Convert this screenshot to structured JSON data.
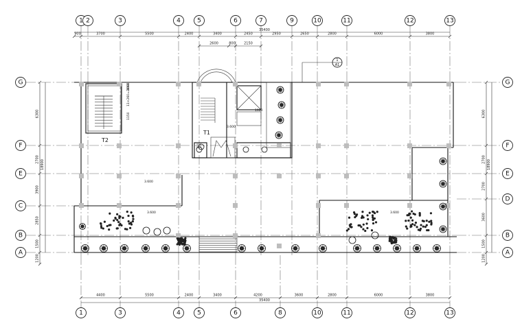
{
  "axes_top": [
    "1",
    "2",
    "3",
    "4",
    "5",
    "6",
    "7",
    "9",
    "10",
    "11",
    "12",
    "13"
  ],
  "axes_bottom": [
    "1",
    "3",
    "4",
    "5",
    "6",
    "8",
    "10",
    "11",
    "12",
    "13"
  ],
  "axes_left": [
    "G",
    "F",
    "E",
    "C",
    "B",
    "A"
  ],
  "axes_right": [
    "G",
    "F",
    "E",
    "D",
    "B",
    "A"
  ],
  "top_dims": {
    "total": "35400",
    "row1": [
      "900",
      "3700",
      "5500",
      "2400",
      "3400",
      "2450",
      "2950",
      "2650",
      "2800",
      "6000",
      "3800"
    ],
    "row2": [
      "2600",
      "800",
      "2150"
    ]
  },
  "bottom_dims": {
    "total": "35400",
    "row1": [
      "4400",
      "5500",
      "2400",
      "3400",
      "4200",
      "3600",
      "2800",
      "6000",
      "3800"
    ]
  },
  "left_dims": {
    "total": "18900",
    "segments": [
      "6300",
      "2700",
      "3900",
      "2850",
      "1500",
      "1200"
    ]
  },
  "right_dims": {
    "total": "18900",
    "segments": [
      "6300",
      "2700",
      "2700",
      "3600",
      "1500",
      "1200"
    ]
  },
  "labels": {
    "stair_t2": "T2",
    "elevator_t1": "T1",
    "level_1": "3.600",
    "level_2": "3.600",
    "level_3": "3.600",
    "level_4": "3.600",
    "stair_dims": [
      "1150",
      "11×260=2860",
      "1000"
    ],
    "detail_ref_top": "1",
    "detail_ref_bottom": "A1",
    "elev_dim": "1900"
  }
}
